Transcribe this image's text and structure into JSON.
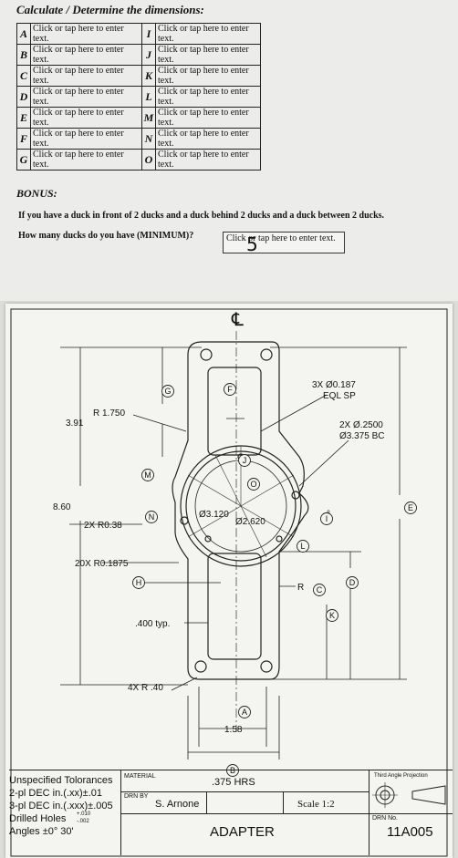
{
  "worksheet": {
    "title": "Calculate / Determine the dimensions:",
    "rows": [
      {
        "left_letter": "A",
        "left_text": "Click or tap here to enter text.",
        "right_letter": "I",
        "right_text": "Click or tap here to enter text."
      },
      {
        "left_letter": "B",
        "left_text": "Click or tap here to enter text.",
        "right_letter": "J",
        "right_text": "Click or tap here to enter text."
      },
      {
        "left_letter": "C",
        "left_text": "Click or tap here to enter text.",
        "right_letter": "K",
        "right_text": "Click or tap here to enter text."
      },
      {
        "left_letter": "D",
        "left_text": "Click or tap here to enter text.",
        "right_letter": "L",
        "right_text": "Click or tap here to enter text."
      },
      {
        "left_letter": "E",
        "left_text": "Click or tap here to enter text.",
        "right_letter": "M",
        "right_text": "Click or tap here to enter text."
      },
      {
        "left_letter": "F",
        "left_text": "Click or tap here to enter text.",
        "right_letter": "N",
        "right_text": "Click or tap here to enter text."
      },
      {
        "left_letter": "G",
        "left_text": "Click or tap here to enter text.",
        "right_letter": "O",
        "right_text": "Click or tap here to enter text."
      }
    ],
    "bonus_label": "BONUS:",
    "riddle": "If you have a duck in front of 2 ducks and a duck behind 2 ducks and a duck between 2 ducks.",
    "question": "How many ducks do you have (MINIMUM)?",
    "answer_placeholder": "Click or tap here to enter text.",
    "answer_handwritten": "5"
  },
  "drawing": {
    "centerline_symbol": "℄",
    "dims": {
      "d391": "3.91",
      "r1750": "R 1.750",
      "d860": "8.60",
      "r038": "2X R0.38",
      "r01875": "20X R0.1875",
      "typ400": ".400 typ.",
      "r40": "4X R .40",
      "d158": "1.58",
      "holes1": "3X Ø0.187",
      "holes2": "EQL SP",
      "bc1": "2X Ø.2500",
      "bc2": "Ø3.375 BC",
      "dia3120": "Ø3.120",
      "dia2620": "Ø2.620",
      "r_c": "R",
      "deg": "°"
    },
    "balloons": [
      "A",
      "B",
      "C",
      "D",
      "E",
      "F",
      "G",
      "H",
      "I",
      "J",
      "K",
      "L",
      "M",
      "N",
      "O"
    ]
  },
  "title_block": {
    "tolerances_title": "Unspecified Tolorances",
    "tol_2pl": "2-pl DEC in.(.xx)±.01",
    "tol_3pl": "3-pl DEC in.(.xxx)±.005",
    "drilled_holes": "Drilled Holes",
    "drilled_plus": "+.010",
    "drilled_minus": "-.002",
    "angles": "Angles ±0° 30'",
    "material_label": "MATERIAL",
    "material_value": ".375 HRS",
    "drawn_by_label": "DRN BY",
    "drawn_by_value": "S. Arnone",
    "scale": "Scale 1:2",
    "part_name": "ADAPTER",
    "projection_label": "Third Angle Projection",
    "drawing_number_label": "DRN No.",
    "drawing_number": "11A005"
  }
}
